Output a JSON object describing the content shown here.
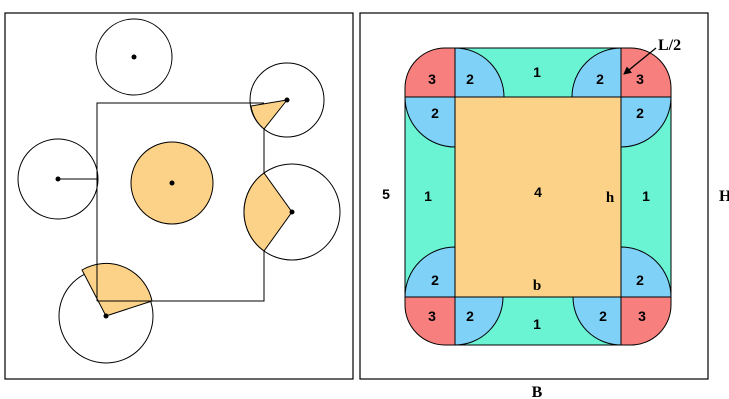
{
  "colors": {
    "orange": "#fbd288",
    "teal": "#6af4d3",
    "blue": "#7fd1f7",
    "red": "#f7807e",
    "stroke": "#000000",
    "background": "#ffffff"
  },
  "right_panel": {
    "region_labels": {
      "edge_top": "1",
      "edge_bottom": "1",
      "edge_left": "1",
      "edge_right": "1",
      "quarter_tl_top": "2",
      "quarter_tl_side": "2",
      "quarter_tr_top": "2",
      "quarter_tr_side": "2",
      "quarter_bl_side": "2",
      "quarter_bl_bottom": "2",
      "quarter_br_side": "2",
      "quarter_br_bottom": "2",
      "corner_tl": "3",
      "corner_tr": "3",
      "corner_bl": "3",
      "corner_br": "3",
      "center": "4",
      "outside": "5"
    },
    "dimension_labels": {
      "half_length": "L/2",
      "inner_height": "h",
      "inner_base": "b",
      "outer_height": "H",
      "outer_base": "B"
    }
  }
}
